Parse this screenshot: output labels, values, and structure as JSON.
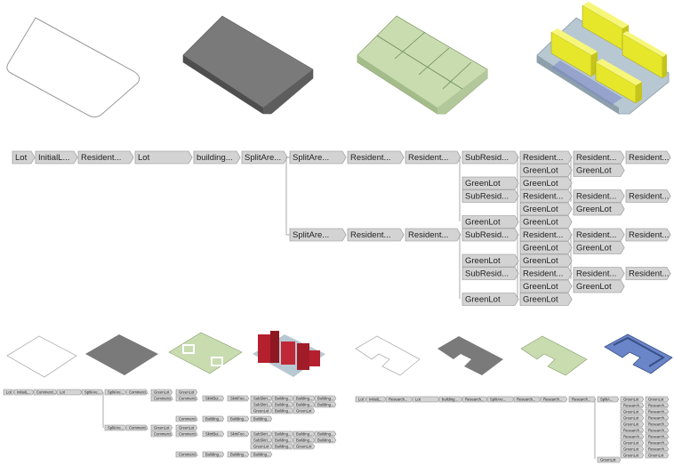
{
  "colors": {
    "node_fill": "#d3d3d3",
    "node_stroke": "#8e8e8e",
    "connector": "#a8a8a8",
    "lot_gray": "#7a7a7a",
    "green_lot": "#c8dcb0",
    "residential_yellow": "#f2f23a",
    "commercial_red": "#b5202e",
    "research_blue": "#6a86c8"
  },
  "top_previews": [
    {
      "name": "lot-outline-preview",
      "style": "outline"
    },
    {
      "name": "lot-solid-preview",
      "style": "solid"
    },
    {
      "name": "split-green-preview",
      "style": "green-split"
    },
    {
      "name": "residential-buildings-preview",
      "style": "yellow-blocks"
    }
  ],
  "main_tree": {
    "chain": [
      "Lot",
      "InitialL...",
      "Resident...",
      "Lot",
      "building...",
      "SplitAre..."
    ],
    "branch_a": {
      "chain": [
        "SplitAre...",
        "Resident...",
        "Resident...",
        "SubResid...",
        "Resident...",
        "Resident...",
        "Resident..."
      ],
      "rows": [
        {
          "col": 4,
          "nodes": [
            "GreenLot",
            "GreenLot"
          ]
        },
        {
          "col": 3,
          "nodes": [
            "GreenLot",
            "GreenLot"
          ]
        },
        {
          "col": 3,
          "nodes": [
            "SubResid...",
            "Resident...",
            "Resident...",
            "Resident..."
          ]
        },
        {
          "col": 4,
          "nodes": [
            "GreenLot",
            "GreenLot"
          ]
        },
        {
          "col": 3,
          "nodes": [
            "GreenLot",
            "GreenLot"
          ]
        }
      ]
    },
    "branch_b": {
      "chain": [
        "SplitAre...",
        "Resident...",
        "Resident...",
        "SubResid...",
        "Resident...",
        "Resident...",
        "Resident..."
      ],
      "rows": [
        {
          "col": 4,
          "nodes": [
            "GreenLot",
            "GreenLot"
          ]
        },
        {
          "col": 3,
          "nodes": [
            "GreenLot",
            "GreenLot"
          ]
        },
        {
          "col": 3,
          "nodes": [
            "SubResid...",
            "Resident...",
            "Resident...",
            "Resident..."
          ]
        },
        {
          "col": 4,
          "nodes": [
            "GreenLot",
            "GreenLot"
          ]
        },
        {
          "col": 3,
          "nodes": [
            "GreenLot",
            "GreenLot"
          ]
        }
      ]
    }
  },
  "commercial_tree": {
    "chain": [
      "Lot",
      "InitialL...",
      "Commerci...",
      "Lot",
      "SplitAre..."
    ],
    "branch_a": {
      "chain": [
        "SplitAre...",
        "Commerci...",
        "GreenLot",
        "GreenLot"
      ],
      "sub_chain": [
        "Commerci...",
        "Commerci...",
        "SkirtBui...",
        "SkirtFoo...",
        "SubSkirt...",
        "Building...",
        "Building...",
        "Building..."
      ],
      "extra": [
        "SubSkirt...",
        "Building...",
        "Building...",
        "Building..."
      ],
      "green": [
        "GreenLot",
        "Building...",
        "GreenLot"
      ],
      "lower": [
        "Commerci...",
        "Building...",
        "Building...",
        "Building..."
      ]
    },
    "branch_b": {
      "chain": [
        "SplitAre...",
        "Commerci...",
        "GreenLot",
        "GreenLot"
      ],
      "sub_chain": [
        "Commerci...",
        "Commerci...",
        "SkirtBui...",
        "SkirtFoo...",
        "SubSkirt...",
        "Building...",
        "Building...",
        "Building..."
      ],
      "extra": [
        "SubSkirt...",
        "Building...",
        "Building...",
        "Building..."
      ],
      "green": [
        "GreenLot",
        "Building...",
        "GreenLot"
      ],
      "lower": [
        "Commerci...",
        "Building...",
        "Building...",
        "Building..."
      ]
    }
  },
  "research_tree": {
    "chain": [
      "Lot",
      "InitialL...",
      "Research...",
      "Lot",
      "building...",
      "Research...",
      "SplitAre...",
      "Research...",
      "Research...",
      "Research...",
      "SplitA..."
    ],
    "col_a": [
      "GreenLot",
      "Research...",
      "GreenLot",
      "GreenLot",
      "GreenLot",
      "Research...",
      "Research...",
      "GreenLot",
      "GreenLot",
      "GreenLot"
    ],
    "col_b": [
      "GreenLot",
      "Research...",
      "Research...",
      "Research...",
      "Research...",
      "Research...",
      "Research...",
      "Research...",
      "Research...",
      "GreenLot"
    ],
    "foot": "GreenLot"
  }
}
